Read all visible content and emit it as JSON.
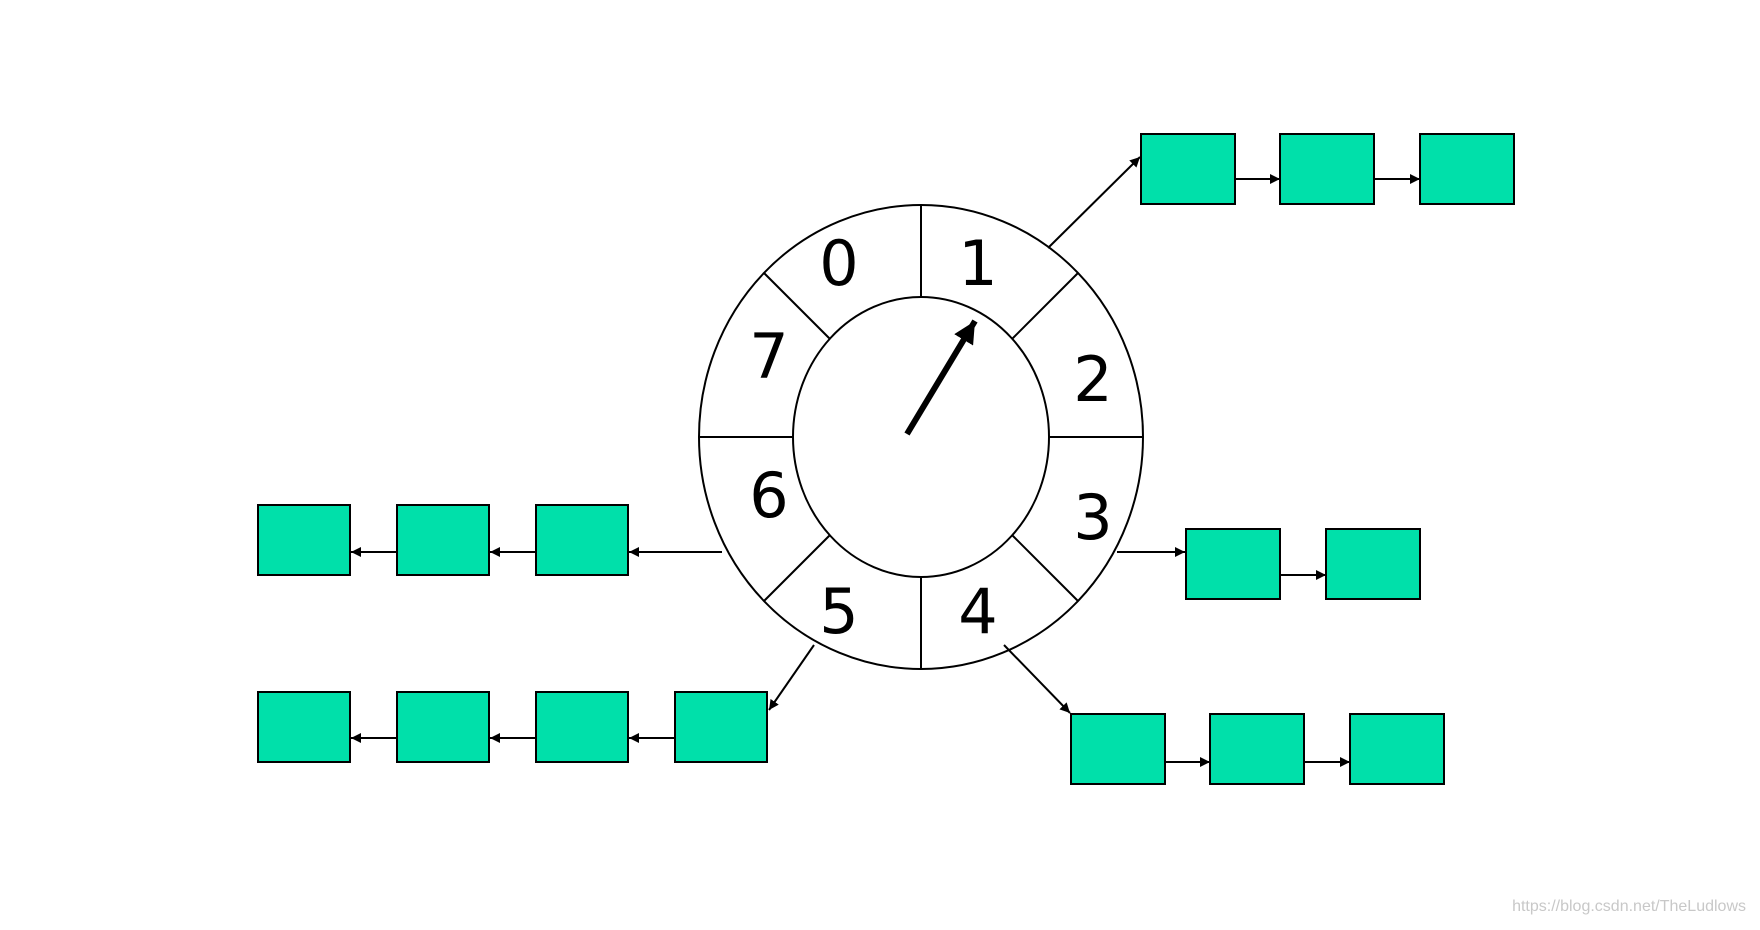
{
  "wheel": {
    "slots": [
      "0",
      "1",
      "2",
      "3",
      "4",
      "5",
      "6",
      "7"
    ],
    "pointer_slot": "1"
  },
  "buckets": [
    {
      "slot": "1",
      "node_count": 3,
      "direction": "right"
    },
    {
      "slot": "3",
      "node_count": 2,
      "direction": "right"
    },
    {
      "slot": "4",
      "node_count": 3,
      "direction": "right"
    },
    {
      "slot": "5",
      "node_count": 4,
      "direction": "left"
    },
    {
      "slot": "6",
      "node_count": 3,
      "direction": "left"
    }
  ],
  "colors": {
    "node_fill": "#00e0aa",
    "stroke": "#000000",
    "watermark": "#c8c8c8"
  },
  "watermark": "https://blog.csdn.net/TheLudlows"
}
